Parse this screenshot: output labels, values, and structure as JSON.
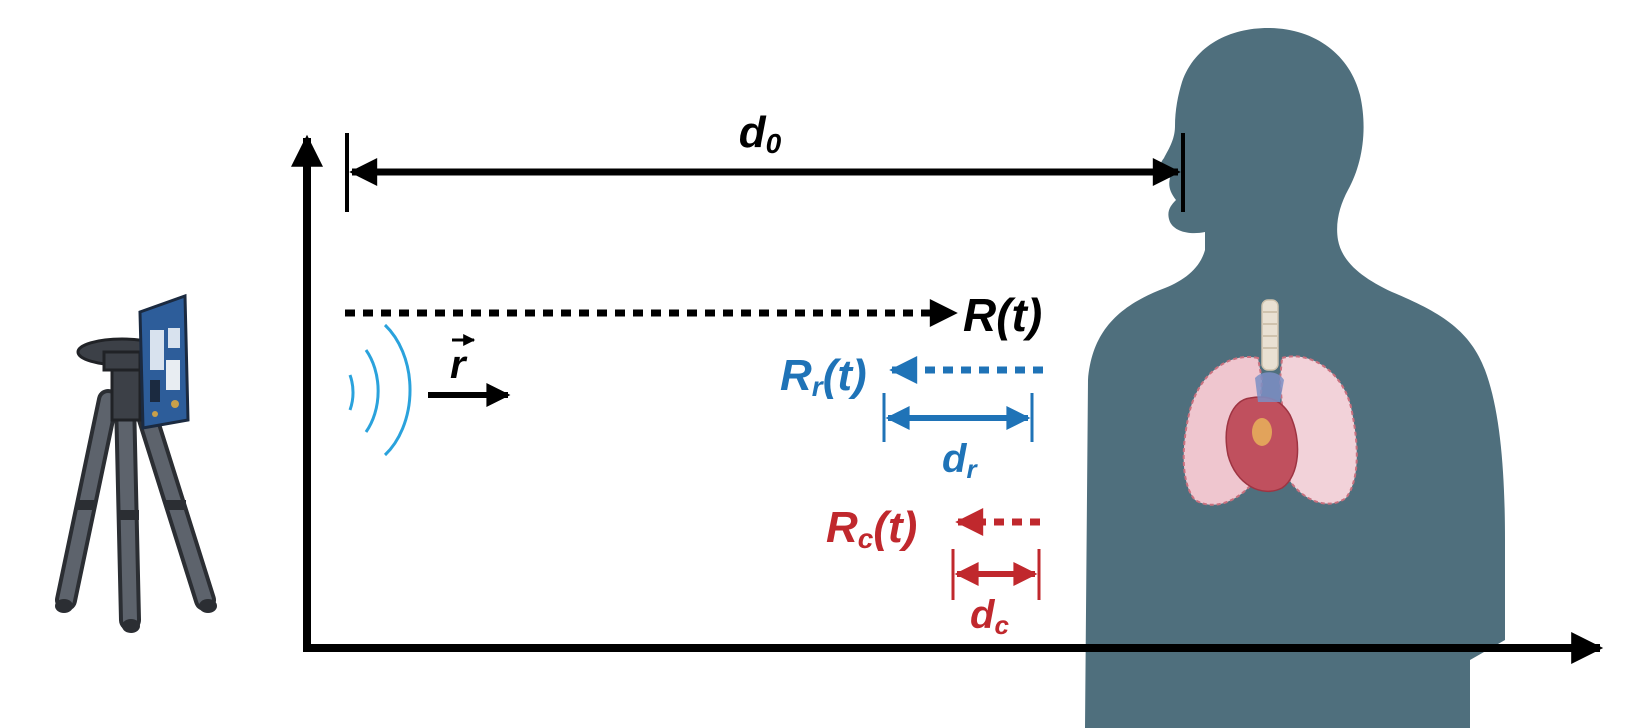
{
  "labels": {
    "d0_main": "d",
    "d0_sub": "0",
    "r_vector": "r",
    "R_t": "R(t)",
    "Rr_main": "R",
    "Rr_sub": "r",
    "Rr_tail": "(t)",
    "dr_main": "d",
    "dr_sub": "r",
    "Rc_main": "R",
    "Rc_sub": "c",
    "Rc_tail": "(t)",
    "dc_main": "d",
    "dc_sub": "c"
  },
  "colors": {
    "black": "#000000",
    "respiration_blue": "#1f73b7",
    "cardiac_red": "#c0282d",
    "wave_blue": "#2aa2dc",
    "silhouette": "#4f6f7d",
    "lung_pink": "#efc6cf",
    "heart_red": "#c0505e",
    "tripod_gray": "#4a4f57",
    "radar_board": "#2d5d9a"
  },
  "icons": {
    "radar": "radar-on-tripod-icon",
    "person": "human-silhouette-icon",
    "lungs": "lungs-heart-icon"
  }
}
